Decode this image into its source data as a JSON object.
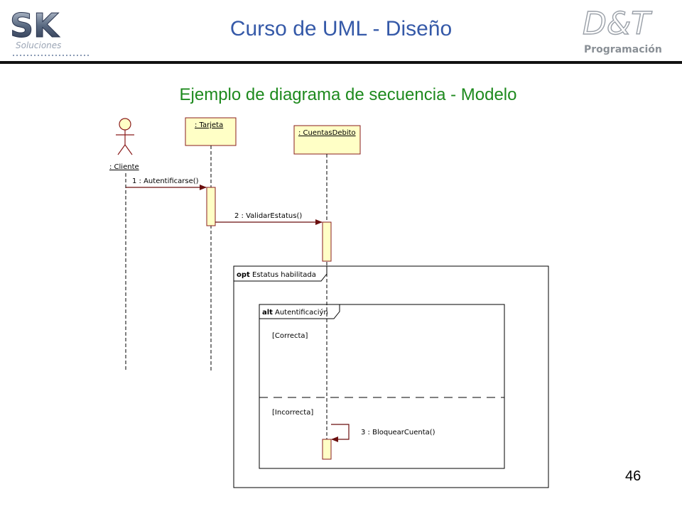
{
  "slide": {
    "title": "Curso de UML - Diseño",
    "subtitle": "Ejemplo de diagrama de secuencia - Modelo",
    "page_number": "46"
  },
  "logos": {
    "left": {
      "mark": "SK",
      "tagline": "Soluciones",
      "icon": "sk-soluciones-logo"
    },
    "right": {
      "mark": "D&T",
      "tagline": "Programación",
      "icon": "dt-programacion-logo"
    }
  },
  "diagram": {
    "lifelines": [
      {
        "id": "cliente",
        "label": ": Cliente",
        "kind": "actor"
      },
      {
        "id": "tarjeta",
        "label": ": Tarjeta",
        "kind": "object"
      },
      {
        "id": "cuentas",
        "label": ": CuentasDebito",
        "kind": "object"
      }
    ],
    "messages": [
      {
        "label": "1 : Autentificarse()"
      },
      {
        "label": "2 : ValidarEstatus()"
      },
      {
        "label": "3 : BloquearCuenta()"
      }
    ],
    "fragments": {
      "opt": {
        "keyword": "opt",
        "name": "Estatus habilitada"
      },
      "alt": {
        "keyword": "alt",
        "name": "Autentificaciýn",
        "guards": [
          "[Correcta]",
          "[Incorrecta]"
        ]
      }
    },
    "colors": {
      "object_fill": "#ffffc6",
      "object_border": "#8a1c1c",
      "arrow": "#6b0f0f",
      "line": "#000000"
    }
  }
}
